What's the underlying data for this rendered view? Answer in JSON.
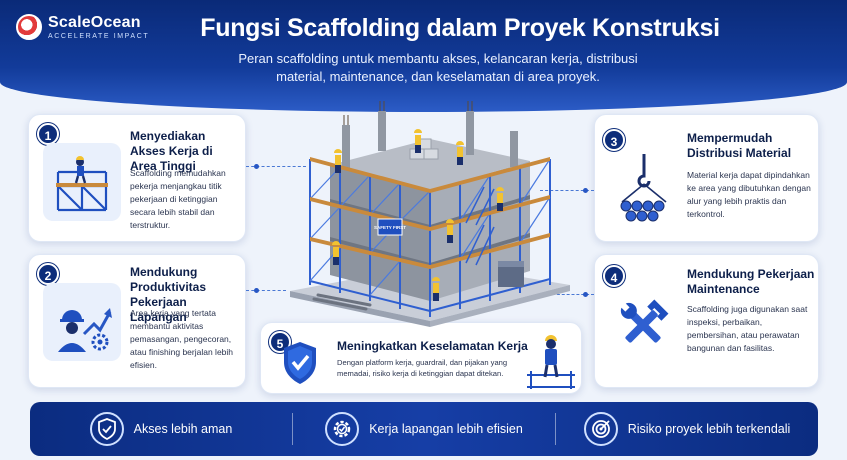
{
  "header": {
    "logo_name": "ScaleOcean",
    "logo_tagline": "ACCELERATE IMPACT",
    "title": "Fungsi Scaffolding dalam Proyek Konstruksi",
    "subtitle": "Peran scaffolding untuk membantu akses, kelancaran kerja, distribusi material, maintenance, dan keselamatan di area proyek."
  },
  "cards": [
    {
      "number": "1",
      "title": "Menyediakan Akses Kerja di Area Tinggi",
      "desc": "Scaffolding memudahkan pekerja menjangkau titik pekerjaan di ketinggian secara lebih stabil dan terstruktur.",
      "icon": "worker-on-scaffold-icon"
    },
    {
      "number": "2",
      "title": "Mendukung Produktivitas Pekerjaan Lapangan",
      "desc": "Area kerja yang tertata membantu aktivitas pemasangan, pengecoran, atau finishing berjalan lebih efisien.",
      "icon": "worker-productivity-icon"
    },
    {
      "number": "3",
      "title": "Mempermudah Distribusi Material",
      "desc": "Material kerja dapat dipindahkan ke area yang dibutuhkan dengan alur yang lebih praktis dan terkontrol.",
      "icon": "crane-hook-pipes-icon"
    },
    {
      "number": "4",
      "title": "Mendukung Pekerjaan Maintenance",
      "desc": "Scaffolding juga digunakan saat inspeksi, perbaikan, pembersihan, atau perawatan bangunan dan fasilitas.",
      "icon": "wrench-tools-icon"
    },
    {
      "number": "5",
      "title": "Meningkatkan Keselamatan Kerja",
      "desc": "Dengan platform kerja, guardrail, dan pijakan yang memadai, risiko kerja di ketinggian dapat ditekan.",
      "icon": "shield-check-icon"
    }
  ],
  "illustration": {
    "sign_text": "SAFETY FIRST"
  },
  "bottom_bar": [
    {
      "label": "Akses lebih aman",
      "icon": "shield-check-icon"
    },
    {
      "label": "Kerja lapangan lebih efisien",
      "icon": "gear-check-icon"
    },
    {
      "label": "Risiko proyek lebih terkendali",
      "icon": "target-icon"
    }
  ],
  "colors": {
    "header_dark": "#0a2a78",
    "accent_blue": "#2857c4",
    "card_bg": "#ffffff",
    "page_bg": "#eef3fb",
    "scaffold_blue": "#2f5fd0",
    "plank": "#c98a3c",
    "hardhat_yellow": "#f2c230"
  }
}
